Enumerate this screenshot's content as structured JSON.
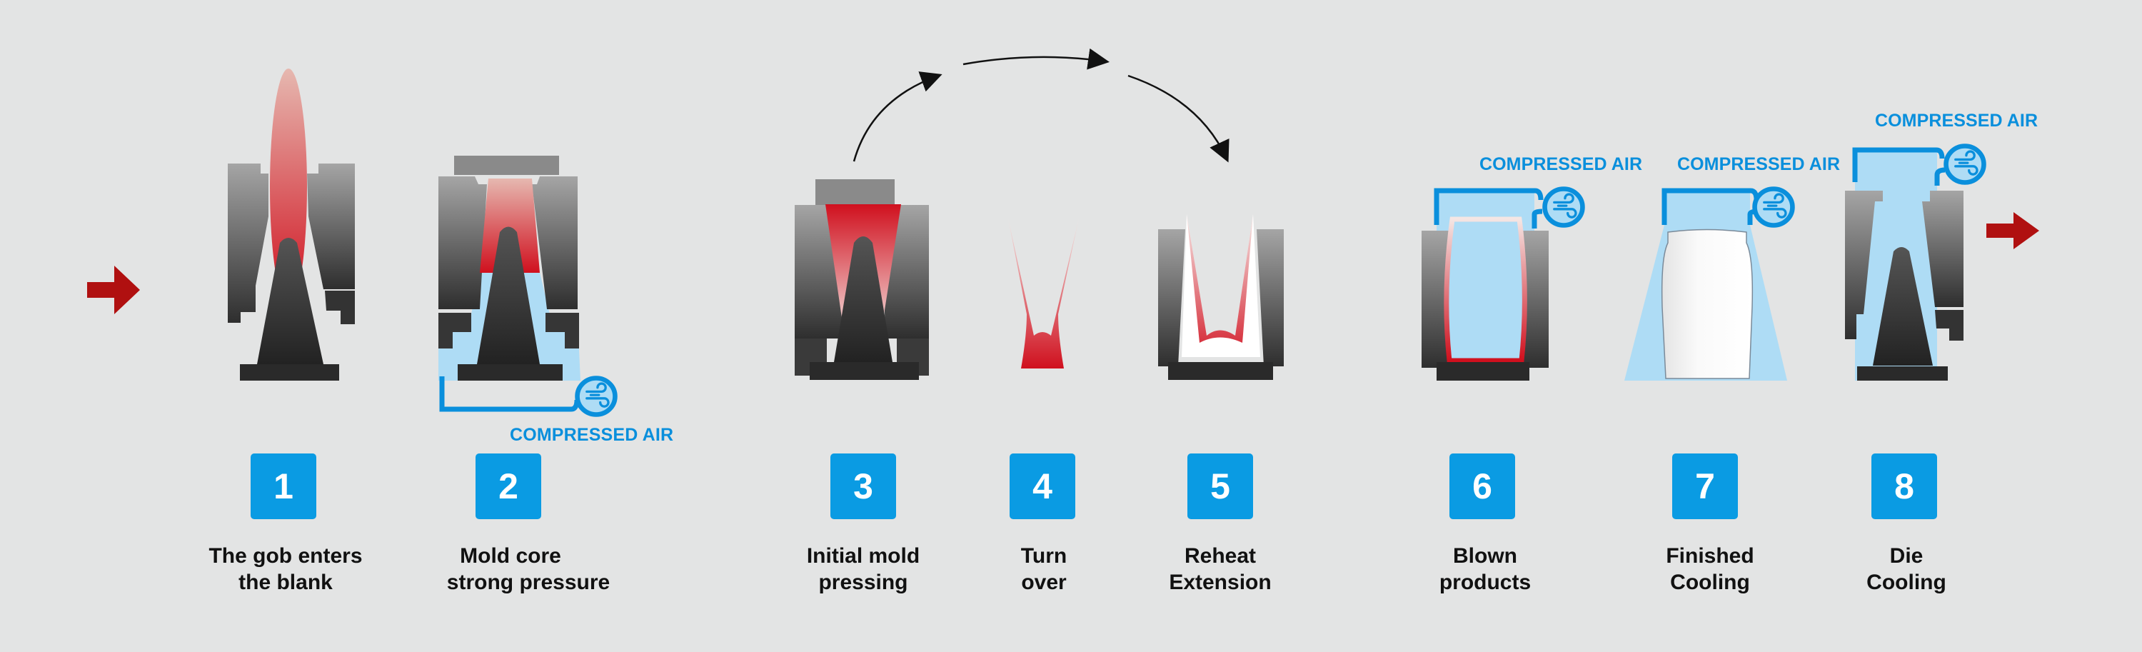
{
  "colors": {
    "badge": "#0a9be3",
    "air": "#0a8fdc",
    "air_fill": "#aedcf5",
    "hot_glass": "#d0101e",
    "arrow": "#b01010",
    "mold_top": "#a3a3a3",
    "mold_bottom": "#2b2b2b"
  },
  "air_label": "COMPRESSED AIR",
  "steps": [
    {
      "number": "1",
      "line1": "The gob enters",
      "line2": "the blank"
    },
    {
      "number": "2",
      "line1": "Mold core",
      "line2": "strong pressure"
    },
    {
      "number": "3",
      "line1": "Initial mold",
      "line2": "pressing"
    },
    {
      "number": "4",
      "line1": "Turn",
      "line2": "over"
    },
    {
      "number": "5",
      "line1": "Reheat",
      "line2": "Extension"
    },
    {
      "number": "6",
      "line1": "Blown",
      "line2": "products"
    },
    {
      "number": "7",
      "line1": "Finished",
      "line2": "Cooling"
    },
    {
      "number": "8",
      "line1": "Die",
      "line2": "Cooling"
    }
  ]
}
